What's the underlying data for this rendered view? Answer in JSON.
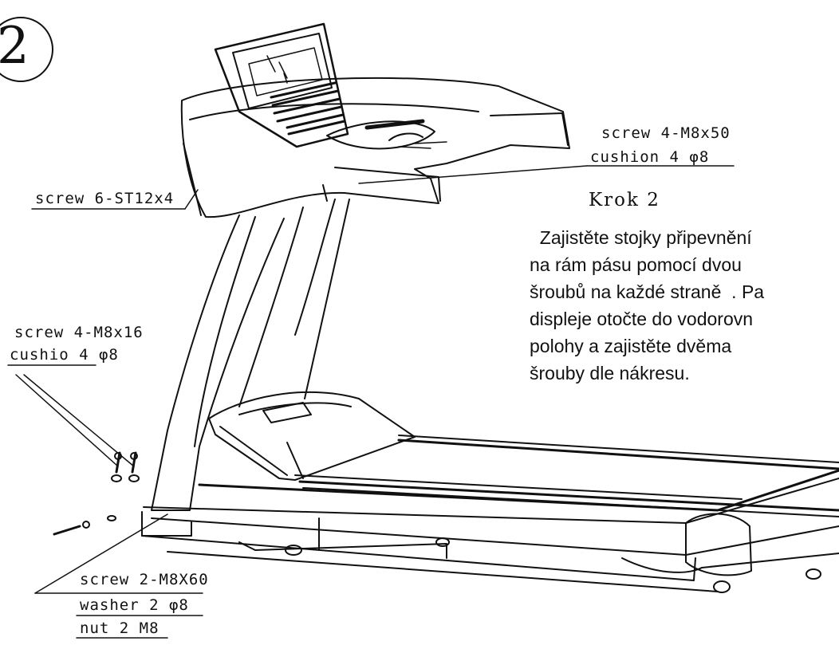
{
  "step_number": "2",
  "labels": {
    "screw_top_right": "screw 4-M8x50",
    "cushion_top_right": "cushion 4 φ8",
    "screw_console": "screw 6-ST12x4",
    "screw_left_mid": "screw 4-M8x16",
    "cushion_left_mid": "cushio 4 φ8",
    "screw_bottom": "screw 2-M8X60",
    "washer_bottom": "washer 2 φ8",
    "nut_bottom": "nut 2 M8"
  },
  "instructions": {
    "title": "Krok 2",
    "lines": [
      "  Zajistěte stojky připevnění",
      "na rám pásu pomocí dvou",
      "šroubů na každé straně  . Pa",
      "displeje otočte do vodorovn",
      "polohy a zajistěte dvěma",
      "šrouby dle nákresu."
    ]
  }
}
